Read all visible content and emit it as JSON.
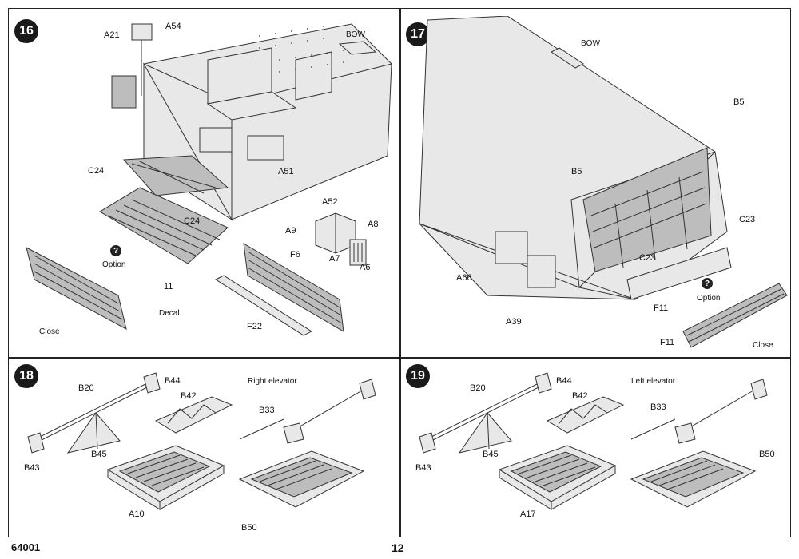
{
  "steps": {
    "s16": {
      "number": "16",
      "labels": {
        "A21": "A21",
        "A54": "A54",
        "BOW": "BOW",
        "C24a": "C24",
        "C24b": "C24",
        "A51": "A51",
        "A52": "A52",
        "A9": "A9",
        "A8": "A8",
        "A7": "A7",
        "A6": "A6",
        "F6": "F6",
        "F22": "F22",
        "part11": "11",
        "option": "Option",
        "decal": "Decal",
        "close": "Close"
      }
    },
    "s17": {
      "number": "17",
      "labels": {
        "BOW": "BOW",
        "B5a": "B5",
        "B5b": "B5",
        "C23a": "C23",
        "C23b": "C23",
        "A66": "A66",
        "A39": "A39",
        "F11a": "F11",
        "F11b": "F11",
        "option": "Option",
        "close": "Close"
      }
    },
    "s18": {
      "number": "18",
      "title": "Right elevator",
      "labels": {
        "B20": "B20",
        "B44": "B44",
        "B42": "B42",
        "B33": "B33",
        "B43": "B43",
        "B45": "B45",
        "A10": "A10",
        "B50": "B50"
      }
    },
    "s19": {
      "number": "19",
      "title": "Left elevator",
      "labels": {
        "B20": "B20",
        "B44": "B44",
        "B42": "B42",
        "B33": "B33",
        "B43": "B43",
        "B45": "B45",
        "A17": "A17",
        "B50": "B50"
      }
    }
  },
  "footer": {
    "kit_number": "64001",
    "page_number": "12"
  },
  "colors": {
    "ink": "#111111",
    "badge": "#1a1a1a"
  }
}
